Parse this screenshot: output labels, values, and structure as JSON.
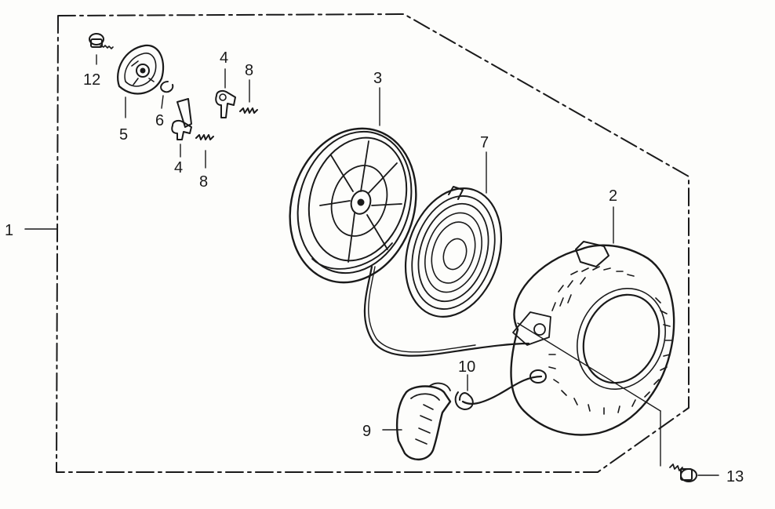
{
  "colors": {
    "ink": "#1a1a1a",
    "paper": "#fdfdfb"
  },
  "labels": {
    "assembly": "1",
    "case": "2",
    "pulley": "3",
    "ratchet_top": "4",
    "ratchet_bottom": "4",
    "ratchet_guide": "5",
    "setting_spring": "6",
    "recoil_spring": "7",
    "friction_spring_top": "8",
    "friction_spring_bottom": "8",
    "grip": "9",
    "rope": "10",
    "screw": "12",
    "bolt": "13"
  }
}
